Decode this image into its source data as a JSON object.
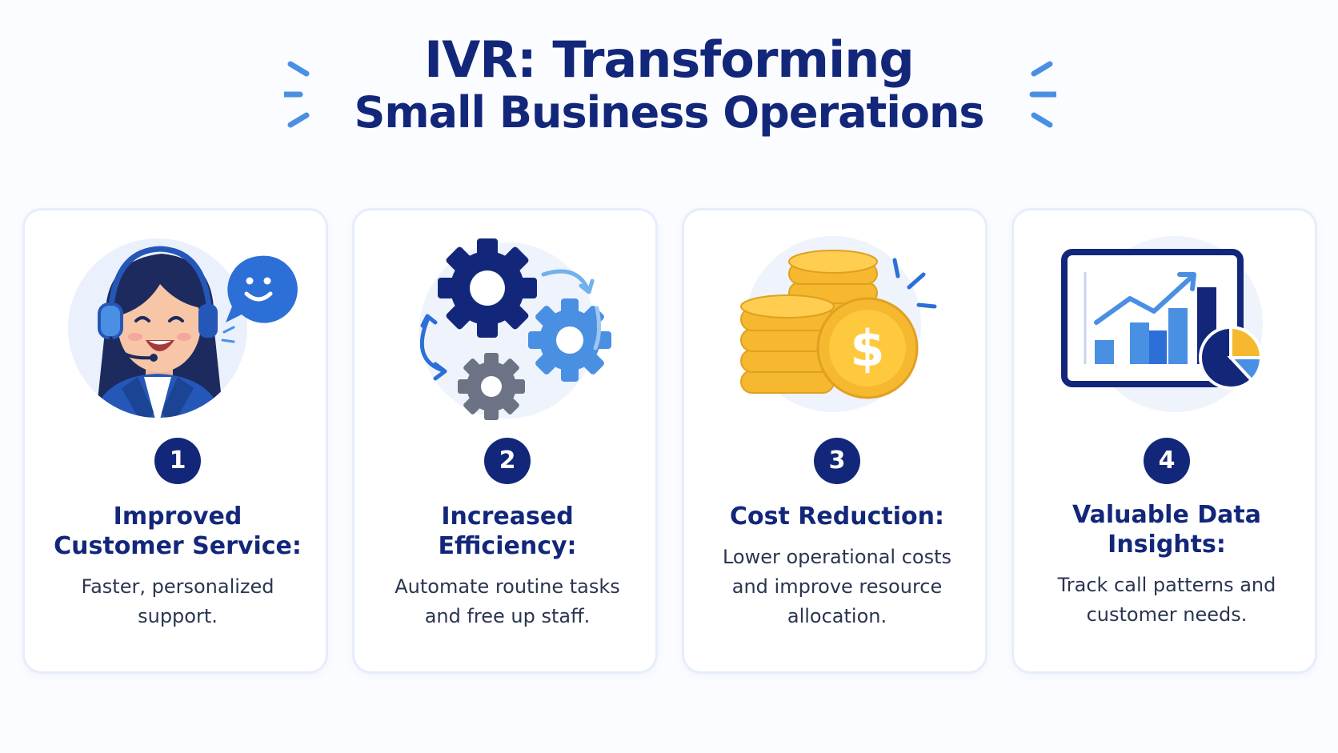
{
  "title": {
    "line1": "IVR: Transforming",
    "line2": "Small Business Operations"
  },
  "colors": {
    "navy": "#13277a",
    "blue": "#4a90e2",
    "light_blue": "#eaf1fc",
    "gold": "#f5b82e",
    "gray": "#6c7385"
  },
  "cards": [
    {
      "number": "1",
      "icon": "support-agent-icon",
      "title_line1": "Improved",
      "title_line2": "Customer Service:",
      "desc_line1": "Faster, personalized",
      "desc_line2": "support."
    },
    {
      "number": "2",
      "icon": "gears-icon",
      "title_line1": "Increased",
      "title_line2": "Efficiency:",
      "desc_line1": "Automate routine tasks",
      "desc_line2": "and free up staff."
    },
    {
      "number": "3",
      "icon": "coins-icon",
      "title_line1": "Cost Reduction:",
      "desc_line1": "Lower operational costs",
      "desc_line2": "and improve resource",
      "desc_line3": "allocation.",
      "coin_symbol": "$"
    },
    {
      "number": "4",
      "icon": "analytics-chart-icon",
      "title_line1": "Valuable Data",
      "title_line2": "Insights:",
      "desc_line1": "Track call patterns and",
      "desc_line2": "customer needs."
    }
  ]
}
